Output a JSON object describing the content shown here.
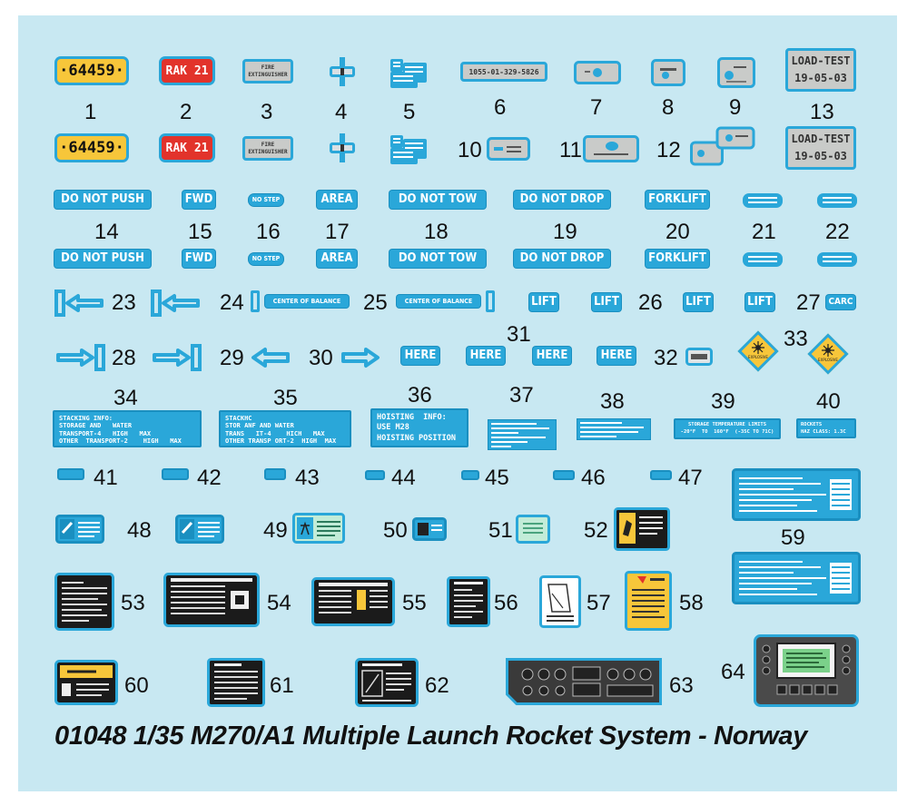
{
  "plates": {
    "registration_number": "64459",
    "rak_label": "RAK 21",
    "fire_extinguisher": [
      "FIRE",
      "EXTINGUISHER"
    ],
    "part_number": "1055-01-329-5826",
    "load_test": "LOAD-TEST",
    "load_test_date": "19-05-03"
  },
  "stencils": {
    "do_not_push": "DO NOT PUSH",
    "fwd": "FWD",
    "no_step": "NO STEP",
    "area": "AREA",
    "do_not_tow": "DO  NOT TOW",
    "do_not_drop": "DO NOT DROP",
    "forklift": "FORKLIFT",
    "center_of_balance": "CENTER OF BALANCE",
    "lift": "LIFT",
    "carc": "CARC",
    "here": "HERE",
    "explosive": "EXPLOSIVE"
  },
  "info_blocks": {
    "stacking_34": "STACKING INFO:\nSTORAGE AND   WATER\nTRANSPORT-4   HIGH   MAX\nOTHER  TRANSPORT-2    HIGH   MAX",
    "stacking_35": "STACKHC\nSTOR ANF AND WATER\nTRANS   IT-4    HICH   MAX\nOTHER TRANSP ORT-2  HIGH  MAX",
    "hoisting_36": "HOISTING  INFO:\nUSE M28\nHOISTING POSITION",
    "storage_temp_39": "STORAGE TEMPERATURE LIMITS\n-20°F  TO  160°F  (-35C TO 71C)",
    "rockets_40": "ROCKETS\nHAZ CLASS: 1.3C"
  },
  "numbers": [
    "1",
    "2",
    "3",
    "4",
    "5",
    "6",
    "7",
    "8",
    "9",
    "13",
    "10",
    "11",
    "12",
    "14",
    "15",
    "16",
    "17",
    "18",
    "19",
    "20",
    "21",
    "22",
    "23",
    "24",
    "25",
    "26",
    "27",
    "28",
    "29",
    "30",
    "31",
    "32",
    "33",
    "34",
    "35",
    "36",
    "37",
    "38",
    "39",
    "40",
    "41",
    "42",
    "43",
    "44",
    "45",
    "46",
    "47",
    "48",
    "49",
    "50",
    "51",
    "52",
    "53",
    "54",
    "55",
    "56",
    "57",
    "58",
    "59",
    "60",
    "61",
    "62",
    "63",
    "64"
  ],
  "title": "01048 1/35 M270/A1 Multiple Launch Rocket System - Norway",
  "colors": {
    "sheet_bg": "#c8e8f2",
    "decal_blue": "#2aa7d9",
    "plate_yellow": "#f7c63a",
    "plate_red": "#e2332b",
    "panel_dark": "#1b1b1b"
  }
}
